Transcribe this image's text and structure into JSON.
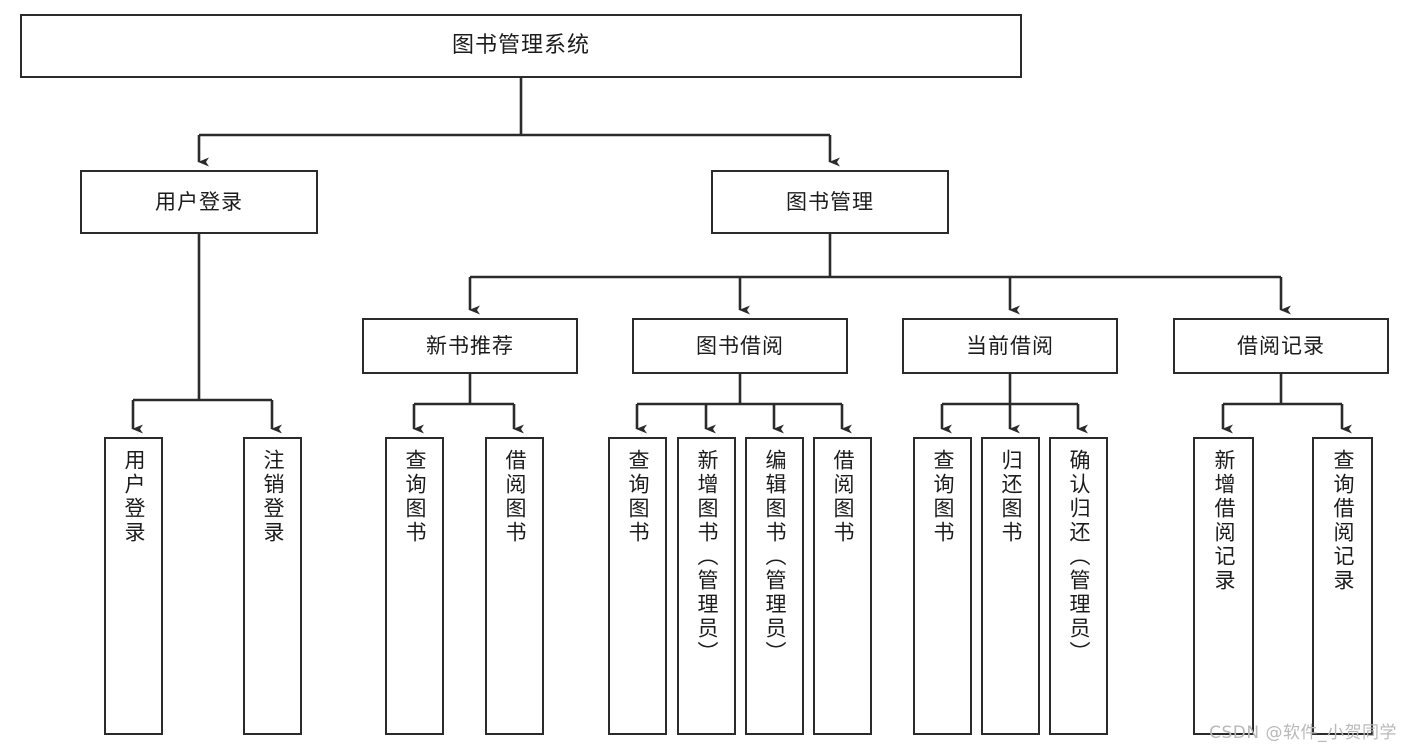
{
  "diagram": {
    "title": "图书管理系统",
    "type": "功能结构图",
    "colors": {
      "box_border": "#2b2b2b",
      "box_fill": "#ffffff",
      "connector": "#2b2b2b",
      "background": "#ffffff",
      "watermark": "#b9b9b9"
    },
    "root": {
      "id": "root",
      "label": "图书管理系统"
    },
    "level2": [
      {
        "id": "user-login",
        "label": "用户登录"
      },
      {
        "id": "book-management",
        "label": "图书管理"
      }
    ],
    "level3": [
      {
        "id": "new-book-recommend",
        "label": "新书推荐",
        "parent": "book-management"
      },
      {
        "id": "book-borrow",
        "label": "图书借阅",
        "parent": "book-management"
      },
      {
        "id": "current-borrow",
        "label": "当前借阅",
        "parent": "book-management"
      },
      {
        "id": "borrow-record",
        "label": "借阅记录",
        "parent": "book-management"
      }
    ],
    "leaves": {
      "user_login": [
        {
          "id": "leaf-user-login",
          "label": "用户登录"
        },
        {
          "id": "leaf-logout-login",
          "label": "注销登录"
        }
      ],
      "new_book_recommend": [
        {
          "id": "leaf-query-book-1",
          "label": "查询图书"
        },
        {
          "id": "leaf-borrow-book-1",
          "label": "借阅图书"
        }
      ],
      "book_borrow": [
        {
          "id": "leaf-query-book-2",
          "label": "查询图书"
        },
        {
          "id": "leaf-add-book",
          "label": "新增图书（管理员）"
        },
        {
          "id": "leaf-edit-book",
          "label": "编辑图书（管理员）"
        },
        {
          "id": "leaf-borrow-book-2",
          "label": "借阅图书"
        }
      ],
      "current_borrow": [
        {
          "id": "leaf-query-book-3",
          "label": "查询图书"
        },
        {
          "id": "leaf-return-book",
          "label": "归还图书"
        },
        {
          "id": "leaf-confirm-return",
          "label": "确认归还（管理员）"
        }
      ],
      "borrow_record": [
        {
          "id": "leaf-add-record",
          "label": "新增借阅记录"
        },
        {
          "id": "leaf-query-record",
          "label": "查询借阅记录"
        }
      ]
    },
    "watermark": "CSDN @软件_小贺同学"
  }
}
